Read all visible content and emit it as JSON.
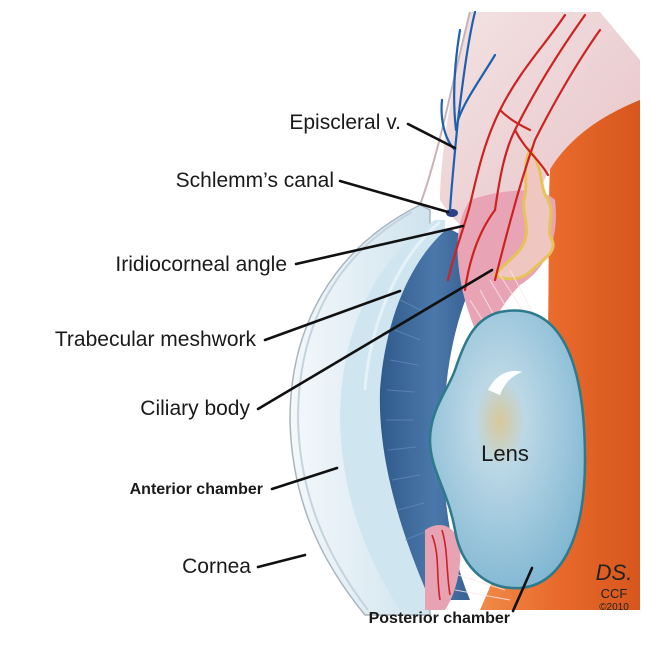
{
  "labels": {
    "episcleral_vein": "Episcleral v.",
    "schlemms_canal": "Schlemm’s canal",
    "iridocorneal_angle": "Iridiocorneal angle",
    "trabecular_meshwork": "Trabecular meshwork",
    "ciliary_body": "Ciliary body",
    "anterior_chamber": "Anterior chamber",
    "cornea": "Cornea",
    "posterior_chamber": "Posterior chamber",
    "lens": "Lens"
  },
  "credit": {
    "signature": "DS.",
    "org": "CCF",
    "year": "©2010"
  },
  "colors": {
    "sclera_orange": "#e8692a",
    "cornea_light": "#dceef6",
    "iris_blue": "#3f6b9d",
    "lens_blue": "#a9d1e6",
    "ciliary_pink": "#e8a4b4",
    "vessel_red": "#cc2222",
    "vessel_blue": "#1f5fb0"
  }
}
